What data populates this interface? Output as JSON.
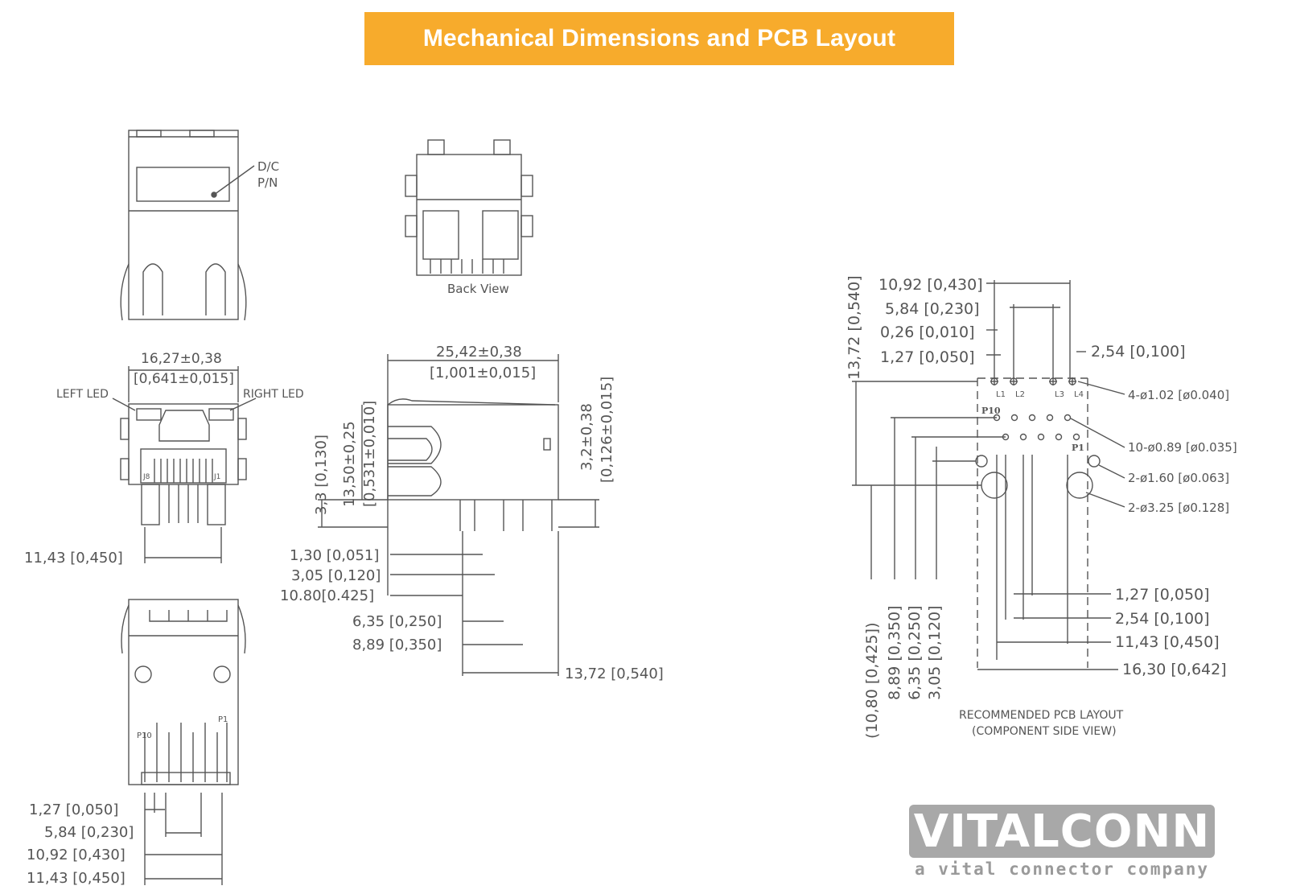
{
  "banner": {
    "title": "Mechanical Dimensions and PCB Layout"
  },
  "front_view": {
    "dc_label": "D/C",
    "pn_label": "P/N"
  },
  "back_view": {
    "caption": "Back View"
  },
  "led_view": {
    "width_mm": "16,27±0,38",
    "width_in": "[0,641±0,015]",
    "left_led": "LEFT LED",
    "right_led": "RIGHT LED",
    "j8": "J8",
    "j1": "J1",
    "dim_11_43": "11,43 [0,450]"
  },
  "side_view": {
    "length_mm": "25,42±0,38",
    "length_in": "[1,001±0,015]",
    "h_3_3": "3,3 [0,130]",
    "h_13_50": "13,50±0,25",
    "h_0_531": "[0,531±0,010]",
    "h_3_2": "3,2±0,38",
    "h_0_126": "[0,126±0,015]",
    "d1": "1,30 [0,051]",
    "d2": "3,05 [0,120]",
    "d3": "10.80[0.425]",
    "d4": "6,35 [0,250]",
    "d5": "8,89 [0,350]",
    "d6": "13,72 [0,540]"
  },
  "bottom_view": {
    "p1": "P1",
    "p10": "P10",
    "d1": "1,27 [0,050]",
    "d2": "5,84 [0,230]",
    "d3": "10,92 [0,430]",
    "d4": "11,43 [0,450]"
  },
  "pcb_layout": {
    "top_d1": "10,92 [0,430]",
    "top_d2": "5,84 [0,230]",
    "top_d3": "0,26 [0,010]",
    "top_d4": "1,27 [0,050]",
    "top_d5": "2,54 [0,100]",
    "left_v": "13,72 [0,540]",
    "l1": "L1",
    "l2": "L2",
    "l3": "L3",
    "l4": "L4",
    "p10": "P10",
    "p1": "P1",
    "hole1": "4-ø1.02 [ø0.040]",
    "hole2": "10-ø0.89 [ø0.035]",
    "hole3": "2-ø1.60 [ø0.063]",
    "hole4": "2-ø3.25 [ø0.128]",
    "b1": "1,27 [0,050]",
    "b2": "2,54 [0,100]",
    "b3": "11,43 [0,450]",
    "b4": "16,30 [0,642]",
    "v1": "(10,80 [0,425])",
    "v2": "8,89 [0,350]",
    "v3": "6,35 [0,250]",
    "v4": "3,05 [0,120]",
    "caption1": "RECOMMENDED PCB LAYOUT",
    "caption2": "(COMPONENT SIDE VIEW)"
  },
  "logo": {
    "brand": "VITALCONN",
    "tagline": "a vital connector company"
  }
}
